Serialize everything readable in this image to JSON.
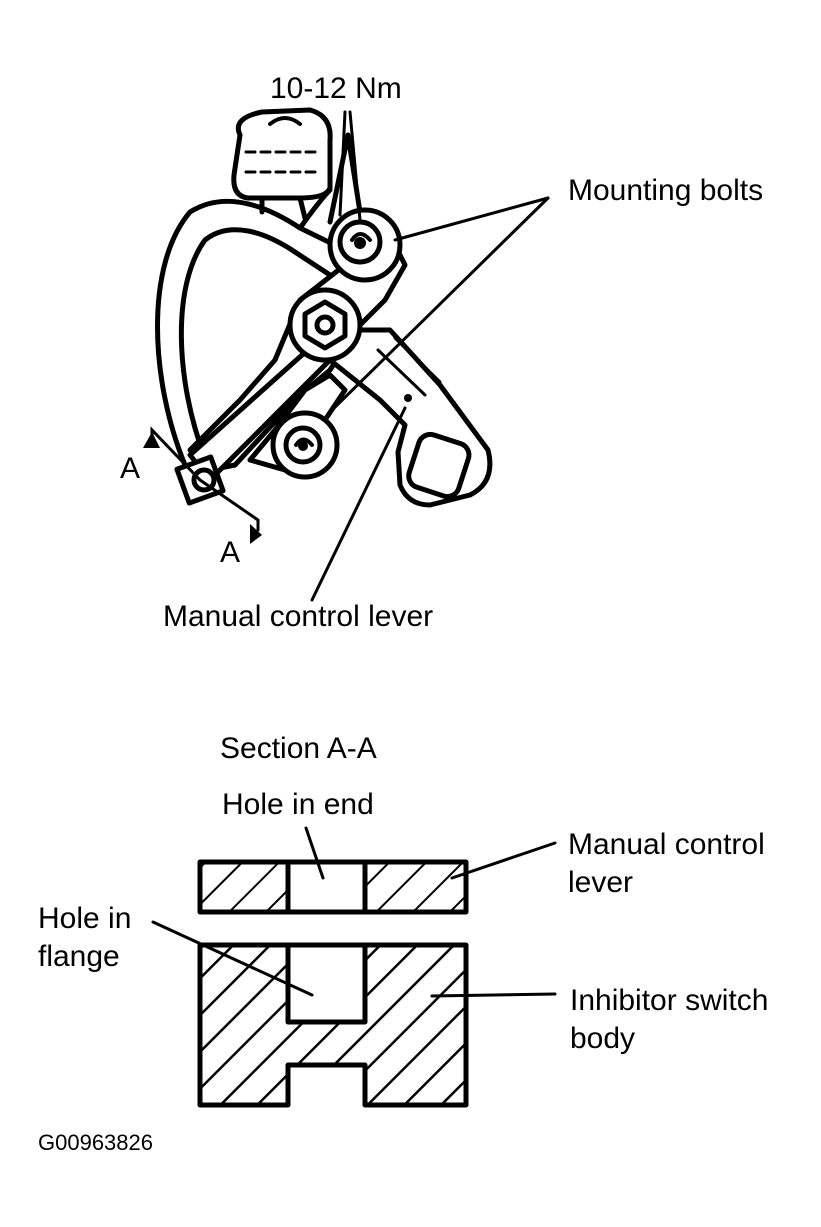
{
  "top_view": {
    "torque": "10-12 Nm",
    "mounting_bolts": "Mounting bolts",
    "manual_control_lever": "Manual control lever",
    "section_mark_upper": "A",
    "section_mark_lower": "A"
  },
  "section_view": {
    "title": "Section A-A",
    "hole_in_end": "Hole in end",
    "lever_line1": "Manual control",
    "lever_line2": "lever",
    "flange_line1": "Hole in",
    "flange_line2": "flange",
    "body_line1": "Inhibitor switch",
    "body_line2": "body"
  },
  "figure_code": "G00963826",
  "colors": {
    "ink": "#000000",
    "paper": "#ffffff"
  }
}
